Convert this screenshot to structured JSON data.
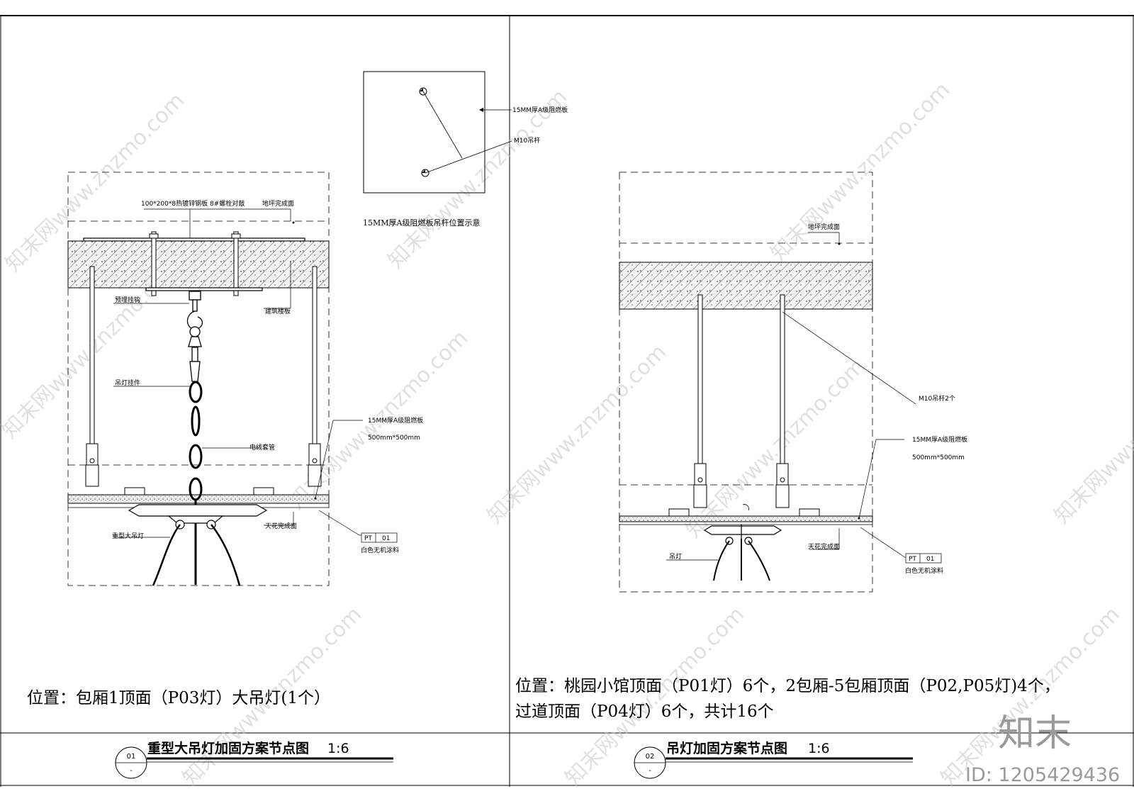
{
  "left": {
    "plan": {
      "label_board": "15MM厚A级阻燃板",
      "label_rod": "M10吊杆",
      "caption": "15MM厚A级阻燃板吊杆位置示意"
    },
    "labels": {
      "steel_plate": "100*200*8热镀锌钢板 8#螺栓对敲",
      "floor": "地坪完成面",
      "hook": "预埋挂钩",
      "slab": "建筑楼板",
      "hanger": "吊灯挂件",
      "board": "15MM厚A级阻燃板",
      "board_size": "500mm*500mm",
      "conduit": "电线套管",
      "ceiling": "天花完成面",
      "lamp": "重型大吊灯",
      "pt_code": "PT",
      "pt_num": "01",
      "paint": "白色无机涂料"
    },
    "location": "位置：包厢1顶面（P03灯）大吊灯(1个）",
    "title": "重型大吊灯加固方案节点图",
    "scale": "1:6",
    "num": "01",
    "sub": "-"
  },
  "right": {
    "labels": {
      "floor": "地坪完成面",
      "rod": "M10吊杆2个",
      "board": "15MM厚A级阻燃板",
      "board_size": "500mm*500mm",
      "lamp": "吊灯",
      "ceiling": "天花完成面",
      "pt_code": "PT",
      "pt_num": "01",
      "paint": "白色无机涂料"
    },
    "location_line1": "位置：桃园小馆顶面（P01灯）6个，2包厢-5包厢顶面（P02,P05灯)4个，",
    "location_line2": "过道顶面（P04灯）6个，共计16个",
    "title": "吊灯加固方案节点图",
    "scale": "1:6",
    "num": "02",
    "sub": "-"
  },
  "watermark": {
    "text": "知末网www.znzmo.com",
    "brand": "知末",
    "id": "ID: 1205429436"
  }
}
